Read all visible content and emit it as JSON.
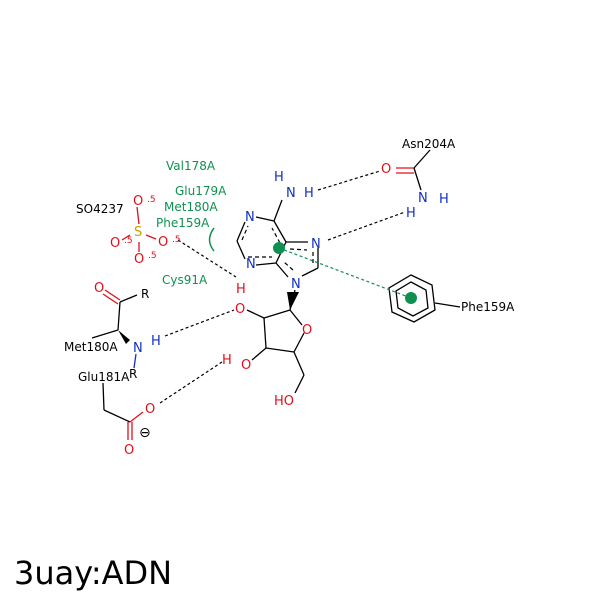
{
  "title": "3uay:ADN",
  "colors": {
    "hydrophobic_contact": "#109050",
    "oxygen": "#e0101a",
    "nitrogen": "#1030c0",
    "sulfur": "#c8a000",
    "bond": "#000000"
  },
  "residues": {
    "asn204a": "Asn204A",
    "so4237": "SO4237",
    "met180a": "Met180A",
    "glu181a": "Glu181A",
    "phe159a_pi": "Phe159A",
    "hydrophobic": {
      "val178a": "Val178A",
      "glu179a": "Glu179A",
      "met180a": "Met180A",
      "phe159a": "Phe159A",
      "cys91a": "Cys91A"
    }
  },
  "atoms": {
    "O": "O",
    "N": "N",
    "H": "H",
    "S": "S",
    "R": "R",
    "HO": "HO"
  },
  "charges": {
    "half": ".5",
    "minus": "⊖"
  }
}
